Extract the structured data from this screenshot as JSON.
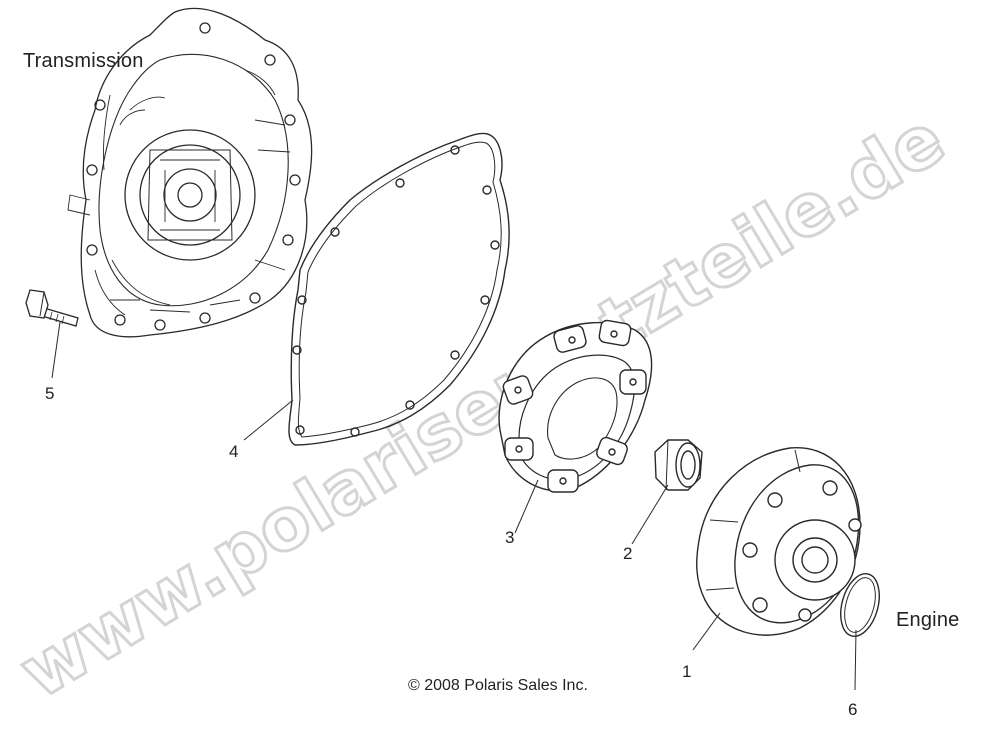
{
  "labels": {
    "transmission": "Transmission",
    "engine": "Engine",
    "copyright": "© 2008 Polaris Sales Inc.",
    "watermark": "www.polarisersatzteile.de"
  },
  "callouts": [
    "1",
    "2",
    "3",
    "4",
    "5",
    "6"
  ],
  "colors": {
    "line": "#2a2a2a",
    "watermark": "#d6d6d6",
    "background": "#ffffff"
  }
}
